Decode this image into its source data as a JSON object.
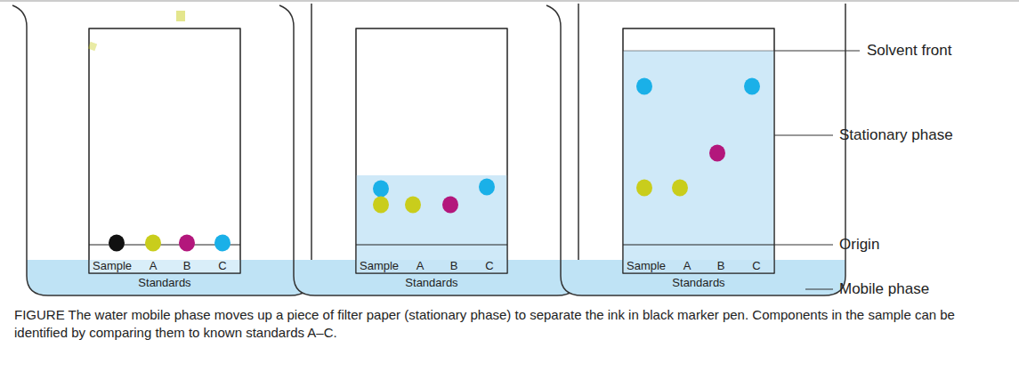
{
  "diagram": {
    "caption": "FIGURE The water mobile phase moves up a piece of filter paper (stationary phase) to separate the ink in black marker pen. Components in the sample can be identified by comparing them to known standards A–C.",
    "labels": [
      "Sample",
      "A",
      "B",
      "C",
      "Standards",
      "Sample",
      "A",
      "B",
      "C",
      "Standards",
      "Sample",
      "A",
      "B",
      "C",
      "Standards",
      "Solvent front",
      "Stationary phase",
      "Origin",
      "Mobile phase"
    ]
  }
}
